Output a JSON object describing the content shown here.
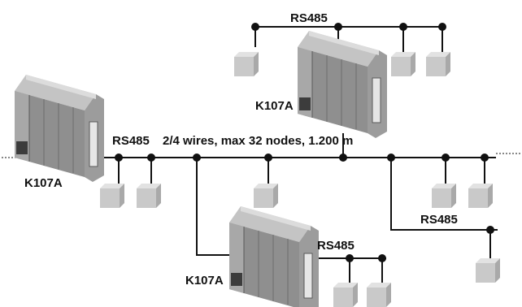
{
  "colors": {
    "wire": "#111111",
    "box_front": "#c9c9c9",
    "box_top": "#e2e2e2",
    "box_side": "#a9a9a9",
    "module_body": "#9c9c9c",
    "module_light": "#c4c4c4",
    "module_dark": "#5a5a5a"
  },
  "labels": {
    "main_bus": "2/4 wires, max 32 nodes, 1.200 m",
    "rs485_left": "RS485",
    "rs485_top": "RS485",
    "rs485_bottom": "RS485",
    "rs485_right": "RS485",
    "module_left": "K107A",
    "module_top": "K107A",
    "module_bottom": "K107A"
  },
  "icons": {
    "module": "din-rail-module-icon",
    "node": "rs485-node-box-icon",
    "junction": "junction-dot-icon"
  }
}
